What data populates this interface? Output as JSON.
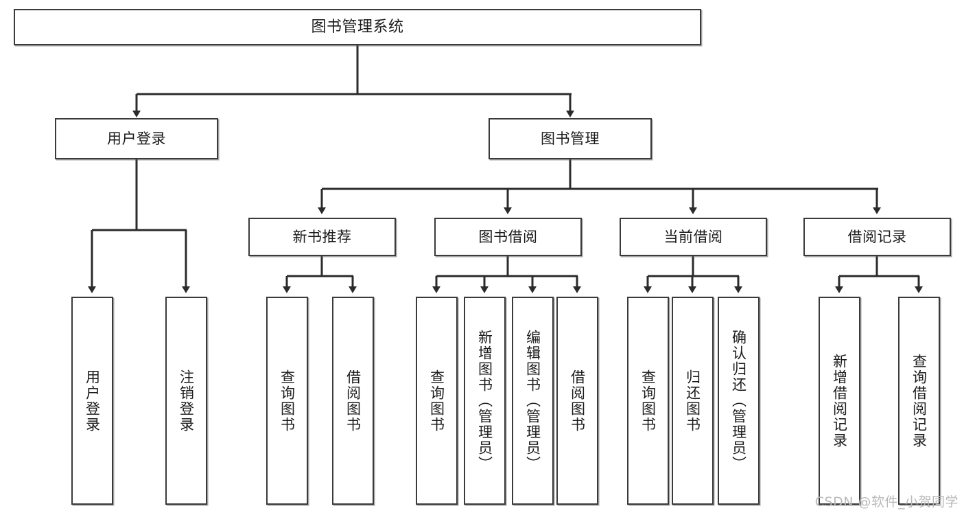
{
  "diagram": {
    "title": "图书管理系统",
    "type": "tree-hierarchy-diagram",
    "watermark": "CSDN @软件_小贺同学",
    "colors": {
      "box_border": "#3a3a3a",
      "box_fill": "#ffffff",
      "connector": "#2b2b2b",
      "text": "#1b1b1b",
      "watermark": "#b9b9b9"
    },
    "nodes": {
      "root": {
        "label": "图书管理系统"
      },
      "level2": [
        {
          "id": "user-login",
          "label": "用户登录"
        },
        {
          "id": "book-manage",
          "label": "图书管理"
        }
      ],
      "level3": [
        {
          "id": "new-book-recommend",
          "label": "新书推荐"
        },
        {
          "id": "book-borrow",
          "label": "图书借阅"
        },
        {
          "id": "current-borrow",
          "label": "当前借阅"
        },
        {
          "id": "borrow-record",
          "label": "借阅记录"
        }
      ],
      "leaves": [
        {
          "id": "leaf-user-login",
          "label": "用户登录",
          "parent": "user-login"
        },
        {
          "id": "leaf-logout-login",
          "label": "注销登录",
          "parent": "user-login"
        },
        {
          "id": "leaf-query-book-1",
          "label": "查询图书",
          "parent": "new-book-recommend"
        },
        {
          "id": "leaf-borrow-book-1",
          "label": "借阅图书",
          "parent": "new-book-recommend"
        },
        {
          "id": "leaf-query-book-2",
          "label": "查询图书",
          "parent": "book-borrow"
        },
        {
          "id": "leaf-add-book",
          "label": "新增图书（管理员）",
          "parent": "book-borrow"
        },
        {
          "id": "leaf-edit-book",
          "label": "编辑图书（管理员）",
          "parent": "book-borrow"
        },
        {
          "id": "leaf-borrow-book-2",
          "label": "借阅图书",
          "parent": "book-borrow"
        },
        {
          "id": "leaf-query-book-3",
          "label": "查询图书",
          "parent": "current-borrow"
        },
        {
          "id": "leaf-return-book",
          "label": "归还图书",
          "parent": "current-borrow"
        },
        {
          "id": "leaf-confirm-return",
          "label": "确认归还（管理员）",
          "parent": "current-borrow"
        },
        {
          "id": "leaf-add-record",
          "label": "新增借阅记录",
          "parent": "borrow-record"
        },
        {
          "id": "leaf-query-record",
          "label": "查询借阅记录",
          "parent": "borrow-record"
        }
      ]
    }
  }
}
